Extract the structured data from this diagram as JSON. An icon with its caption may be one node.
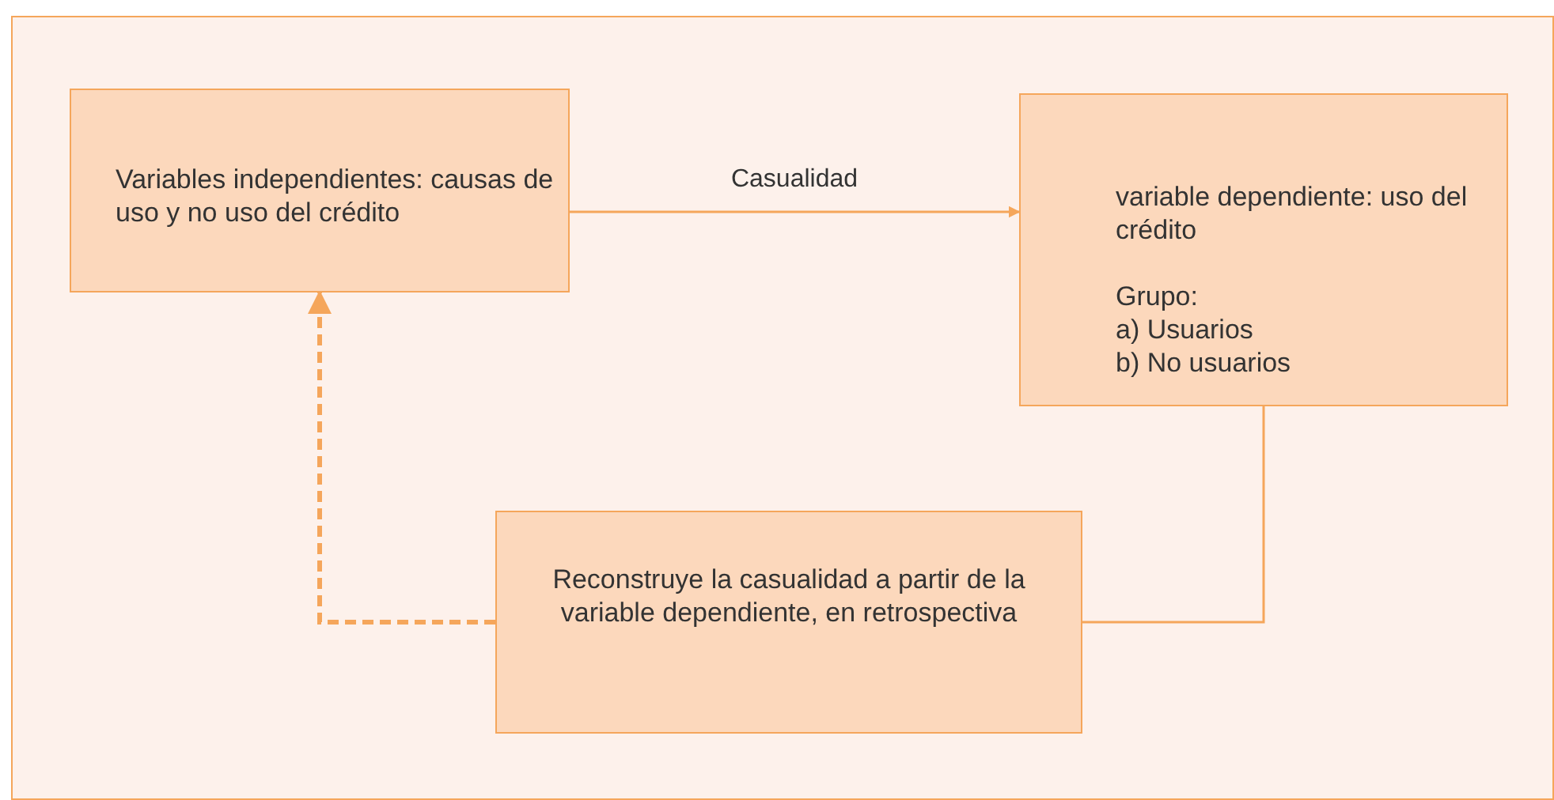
{
  "diagram": {
    "nodes": [
      {
        "text": [
          "Variables independientes: causas de uso y no uso del crédito"
        ]
      },
      {
        "text": [
          "variable dependiente: uso del crédito",
          "Grupo:",
          "a) Usuarios",
          "b) No usuarios"
        ]
      },
      {
        "text": [
          "Reconstruye la casualidad a partir de la variable dependiente, en retrospectiva"
        ]
      }
    ],
    "edges": [
      {
        "from": 0,
        "to": 1,
        "arrow": "to",
        "label": "Casualidad"
      },
      {
        "from": 1,
        "to": 2,
        "arrow": "none"
      },
      {
        "from": 2,
        "to": 0,
        "arrow": "to",
        "style": "dashed"
      }
    ]
  }
}
